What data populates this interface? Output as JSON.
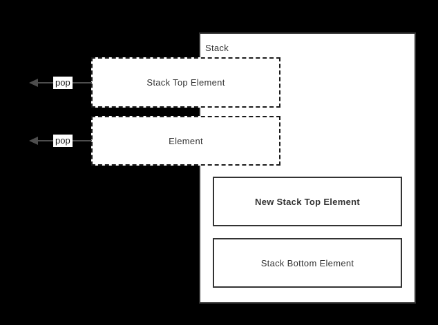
{
  "diagram": {
    "stack_label": "Stack",
    "popped": [
      {
        "label": "Stack Top Element",
        "arrow_label": "pop"
      },
      {
        "label": "Element",
        "arrow_label": "pop"
      }
    ],
    "stacked": [
      {
        "label": "New Stack Top Element"
      },
      {
        "label": "Stack Bottom Element"
      }
    ]
  },
  "colors": {
    "background": "#000000",
    "box_fill": "#ffffff",
    "border": "#333333",
    "dash": "#1a1a1a",
    "arrow": "#4d4d4d",
    "text": "#333333"
  }
}
